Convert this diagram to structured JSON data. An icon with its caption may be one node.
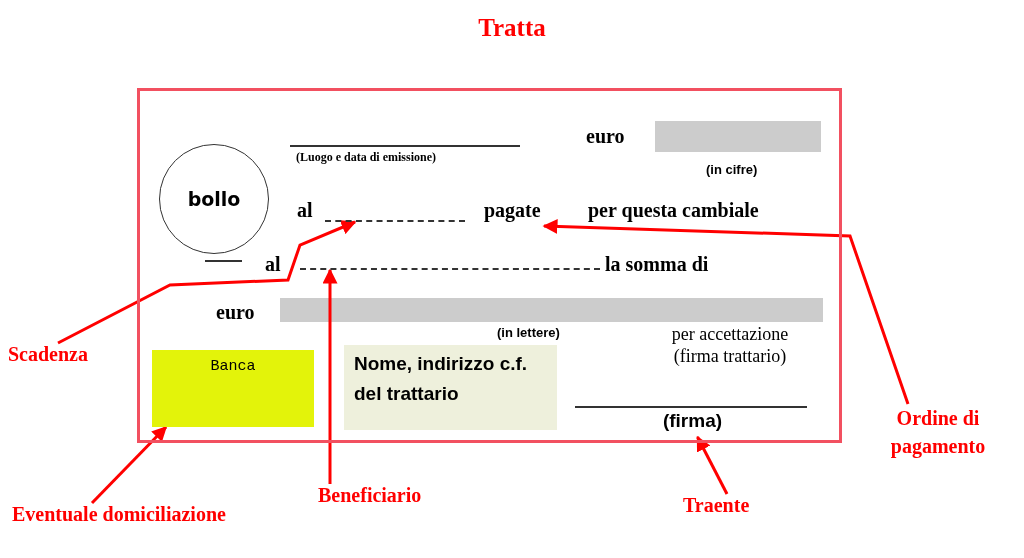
{
  "diagram": {
    "title": "Tratta",
    "nodes": [
      {
        "text": [],
        "shape": "box"
      },
      {
        "text": [
          "bollo"
        ],
        "in": 0
      },
      {
        "text": [
          "Banca"
        ],
        "in": 0
      },
      {
        "text": [
          "Nome, indirizzo c.f. del trattario"
        ],
        "in": 0
      },
      {
        "text": [],
        "shape": "line",
        "in": 0
      },
      {
        "text": [
          "pagate"
        ],
        "in": 0
      },
      {
        "text": [],
        "shape": "line",
        "in": 0
      },
      {
        "text": [
          "(firma)"
        ],
        "in": 0
      },
      {
        "text": [
          "Scadenza"
        ]
      },
      {
        "text": [
          "Eventuale domiciliazione"
        ]
      },
      {
        "text": [
          "Beneficiario"
        ]
      },
      {
        "text": [
          "Traente"
        ]
      },
      {
        "text": [
          "Ordine di pagamento"
        ]
      }
    ],
    "edges": [
      {
        "from": 8,
        "to": 4,
        "arrow": "to",
        "color": "#ff0000"
      },
      {
        "from": 9,
        "to": 2,
        "arrow": "to",
        "color": "#ff0000"
      },
      {
        "from": 10,
        "to": 6,
        "arrow": "to",
        "color": "#ff0000"
      },
      {
        "from": 11,
        "to": 7,
        "arrow": "to",
        "color": "#ff0000"
      },
      {
        "from": 12,
        "to": 5,
        "arrow": "to",
        "color": "#ff0000"
      }
    ],
    "labels": [
      "(Luogo e data di emissione)",
      "euro",
      "(in cifre)",
      "al",
      "per questa cambiale",
      "al",
      "la somma di",
      "euro",
      "(in lettere)",
      "per accettazione (firma trattario)"
    ]
  }
}
